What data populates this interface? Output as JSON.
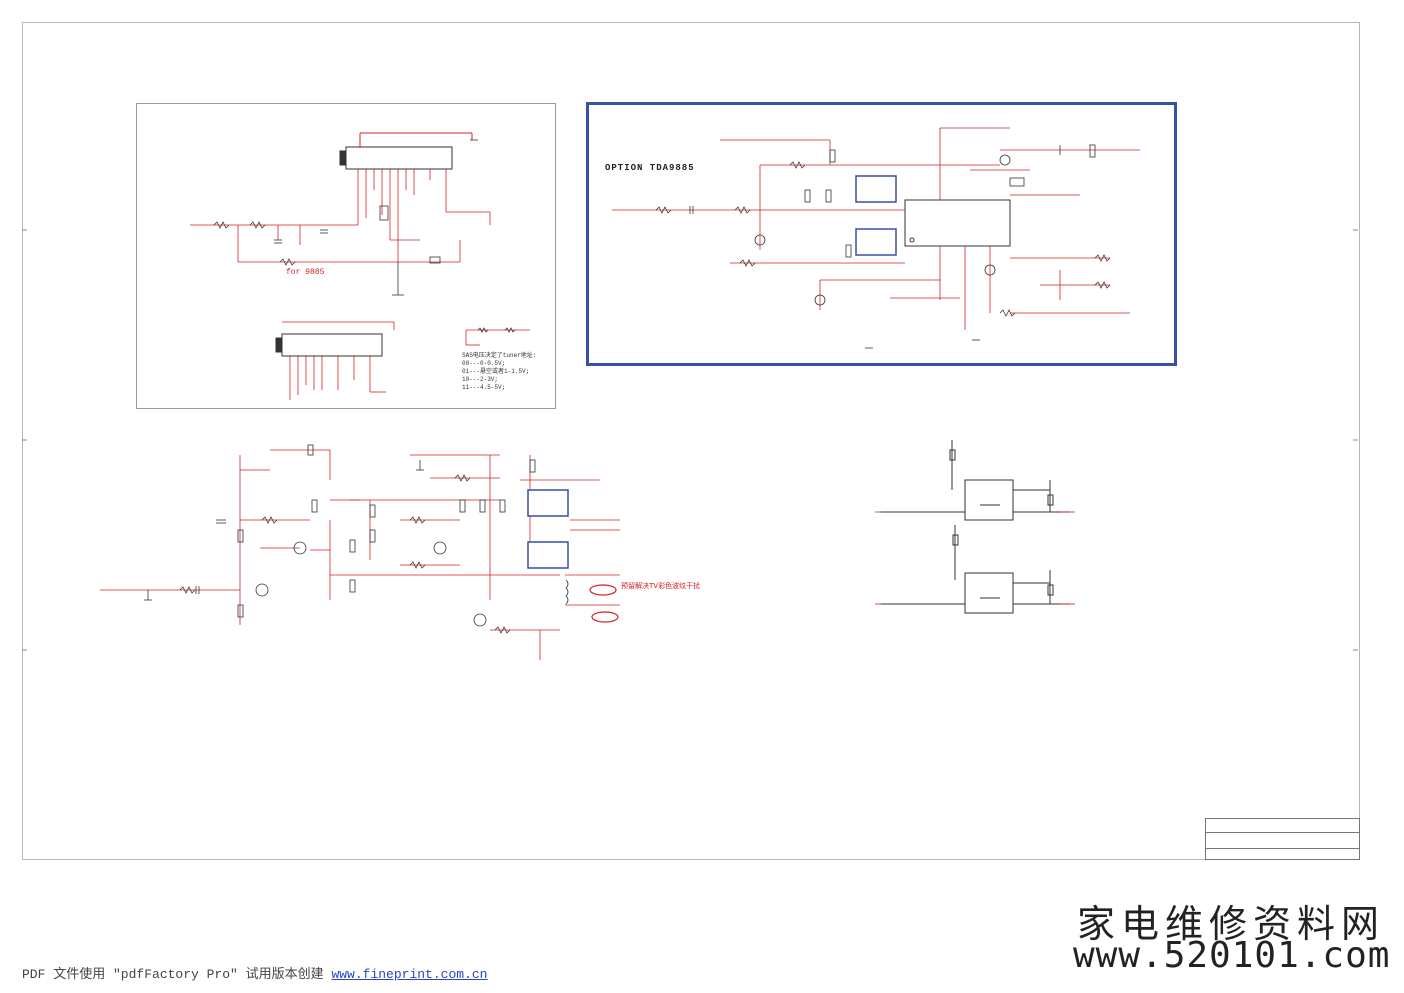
{
  "option_title": "OPTION TDA9885",
  "note_for9885": "for 9885",
  "note_chinese_red": "预留解决TV彩色波纹干扰",
  "tuner_note": {
    "line1": "SAS电压决定了tuner地址:",
    "line2": "00---0-0.5V;",
    "line3": "01---悬空或者1-1.5V;",
    "line4": "10---2-3V;",
    "line5": "11---4.5-5V;"
  },
  "watermark": {
    "line1": "家电维修资料网",
    "line2": "www.520101.com"
  },
  "footer": {
    "prefix": "PDF 文件使用 \"pdfFactory Pro\" 试用版本创建 ",
    "link": "www.fineprint.com.cn"
  },
  "colors": {
    "frame_blue": "#3a4fa8",
    "wire_red": "#d42020",
    "border_gray": "#9a9a9a"
  }
}
